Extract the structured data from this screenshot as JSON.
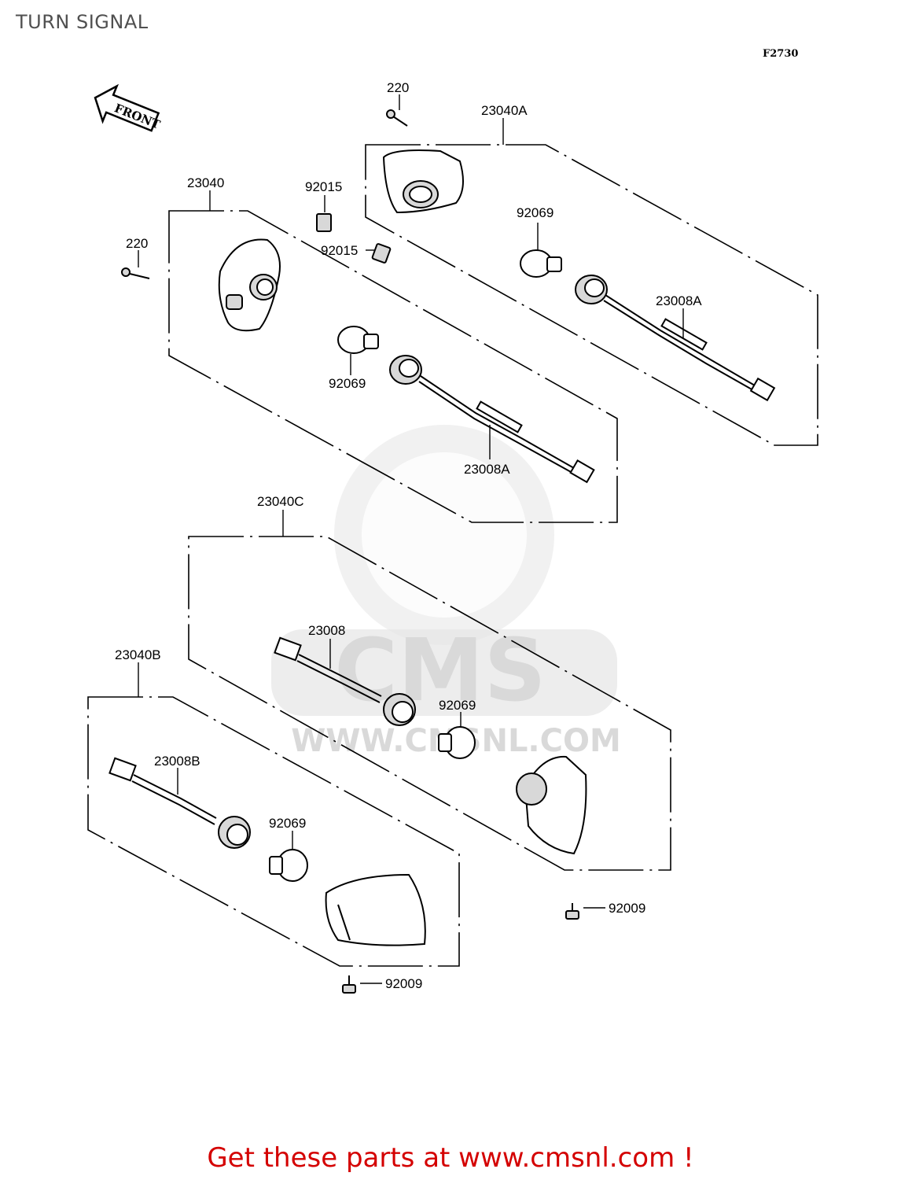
{
  "page": {
    "title": "TURN SIGNAL",
    "figure_code": "F2730",
    "front_label": "FRONT",
    "footer": "Get these parts at www.cmsnl.com !"
  },
  "watermark": {
    "brand": "CMS",
    "url": "WWW.CMSNL.COM"
  },
  "labels": {
    "screw_top": "220",
    "lens_a": "23040A",
    "unit_23040": "23040",
    "nut_1": "92015",
    "nut_2": "92015",
    "screw_left": "220",
    "bulb_a": "92069",
    "socket_a": "23008A",
    "bulb_1": "92069",
    "socket_1": "23008A",
    "unit_c": "23040C",
    "socket_c": "23008",
    "bulb_c": "92069",
    "unit_b": "23040B",
    "socket_b": "23008B",
    "bulb_b": "92069",
    "screw_c": "92009",
    "screw_b": "92009"
  }
}
